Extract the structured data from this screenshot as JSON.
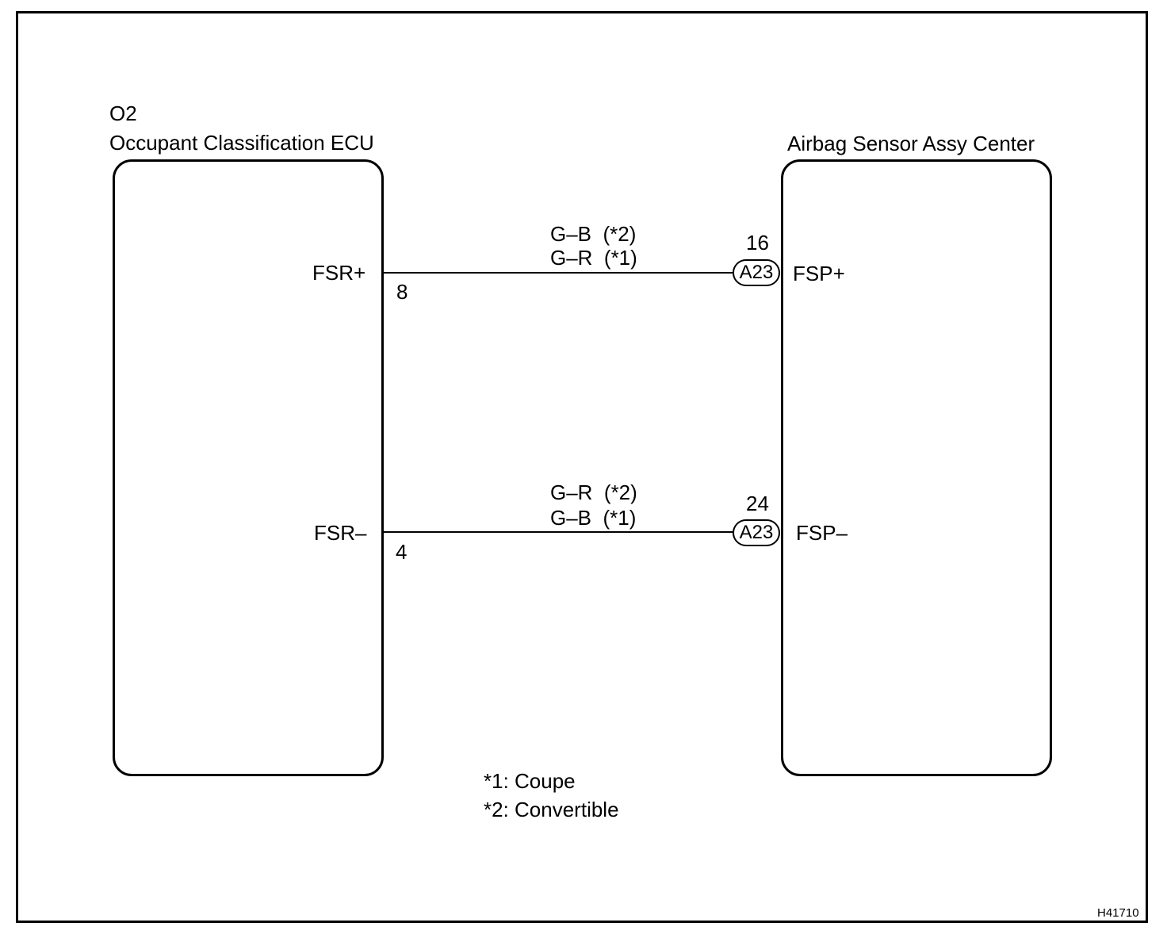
{
  "left_ecu": {
    "code": "O2",
    "name": "Occupant Classification ECU",
    "pins": [
      {
        "label": "FSR+",
        "number": "8"
      },
      {
        "label": "FSR–",
        "number": "4"
      }
    ]
  },
  "right_ecu": {
    "name": "Airbag Sensor Assy Center",
    "pins": [
      {
        "label": "FSP+",
        "number": "16",
        "connector": "A23"
      },
      {
        "label": "FSP–",
        "number": "24",
        "connector": "A23"
      }
    ]
  },
  "wires": [
    {
      "color_line1": "G–B  (*2)",
      "color_line2": "G–R  (*1)"
    },
    {
      "color_line1": "G–R  (*2)",
      "color_line2": "G–B  (*1)"
    }
  ],
  "notes": [
    "*1: Coupe",
    "*2: Convertible"
  ],
  "figure_id": "H41710"
}
